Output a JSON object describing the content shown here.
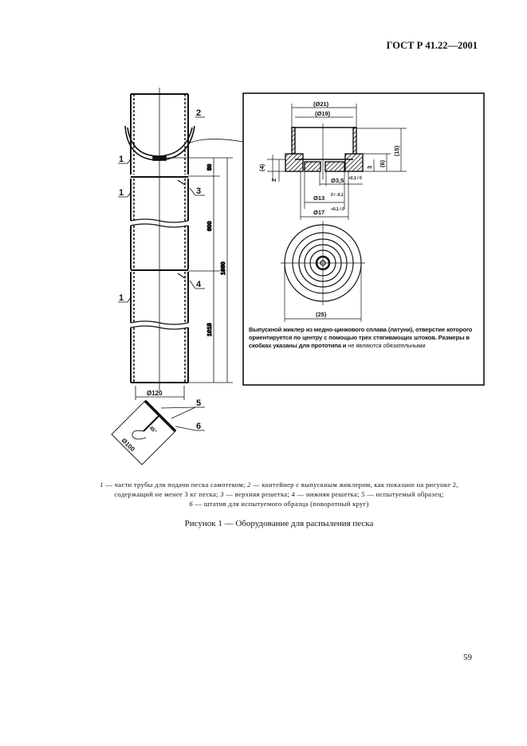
{
  "header": {
    "standard": "ГОСТ Р 41.22—2001"
  },
  "figure": {
    "callouts": [
      "1",
      "1",
      "1",
      "2",
      "3",
      "4",
      "5",
      "6"
    ],
    "dimensions": {
      "d50": "50",
      "d600": "600",
      "d1015": "1015",
      "d1660": "1660",
      "dia120": "Ø120",
      "dia100": "Ø100",
      "angle": "45°"
    },
    "detail": {
      "dia21": "(Ø21)",
      "dia19": "(Ø19)",
      "h15": "(15)",
      "h6": "(6)",
      "h3": "3",
      "h4": "(4)",
      "h2": "2",
      "dia3_5": "Ø3,5",
      "dia3_5_tol": "+0,1 / 0",
      "dia13": "Ø13",
      "dia13_tol": "0 / -0,1",
      "dia17": "Ø17",
      "dia17_tol": "+0,1 / 0",
      "dia25": "(25)"
    },
    "note_bold": "Выпускной жиклер из медно-цинкового сплава (латуни), отверстие которого ориентируется по центру с помощью трех стягивающих штоков. Размеры в скобках указаны для прототипа и",
    "note_plain": "не являются обязательными"
  },
  "legend": {
    "n1": "1",
    "t1": " — части трубы для подачи песка самотеком; ",
    "n2": "2",
    "t2": " — контейнер с выпускным жиклером, как показано на рисунке 2,",
    "t2b": "содержащий не менее 3 кг песка; ",
    "n3": "3",
    "t3": " — верхняя решетка; ",
    "n4": "4",
    "t4": " — нижняя решетка; ",
    "n5": "5",
    "t5": " — испытуемый образец;",
    "n6": "6",
    "t6": " — штатив для испытуемого образца (поворотный круг)"
  },
  "caption": "Рисунок 1 — Оборудование для распыления песка",
  "page_number": "59"
}
